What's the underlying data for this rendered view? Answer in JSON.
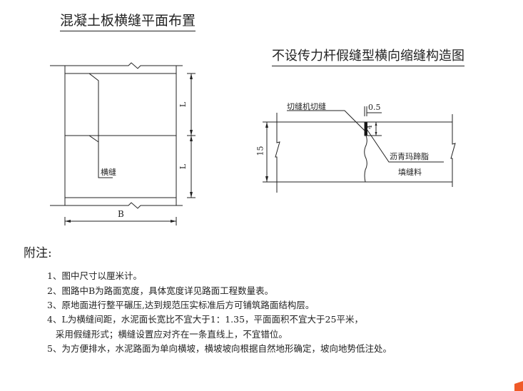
{
  "plan": {
    "title": "混凝土板横缝平面布置",
    "joint_label": "横缝",
    "dim_l1": "L",
    "dim_l2": "L",
    "dim_b": "B"
  },
  "section": {
    "title": "不设传力杆假缝型横向缩缝构造图",
    "saw_cut_label": "切缝机切缝",
    "width_dim": "0.5",
    "depth_dim": "4",
    "thickness_dim": "15",
    "filler_label_1": "沥青玛蹄脂",
    "filler_label_2": "填缝料"
  },
  "notes": {
    "heading": "附注:",
    "items": [
      "1、图中尺寸以厘米计。",
      "2、图路中B为路面宽度，具体宽度详见路面工程数量表。",
      "3、原地面进行整平碾压,达到规范压实标准后方可铺筑路面结构层。",
      "4、L为横缝间距，水泥面长宽比不宜大于1：1.35，平面面积不宜大于25平米，",
      "   采用假缝形式；横缝设置应对齐在一条直线上，不宜错位。",
      "5、为方便排水，水泥路面为单向横坡，横坡坡向根据自然地形确定，坡向地势低注处。"
    ]
  },
  "colors": {
    "line": "#222222",
    "logo": "#f05a28"
  }
}
